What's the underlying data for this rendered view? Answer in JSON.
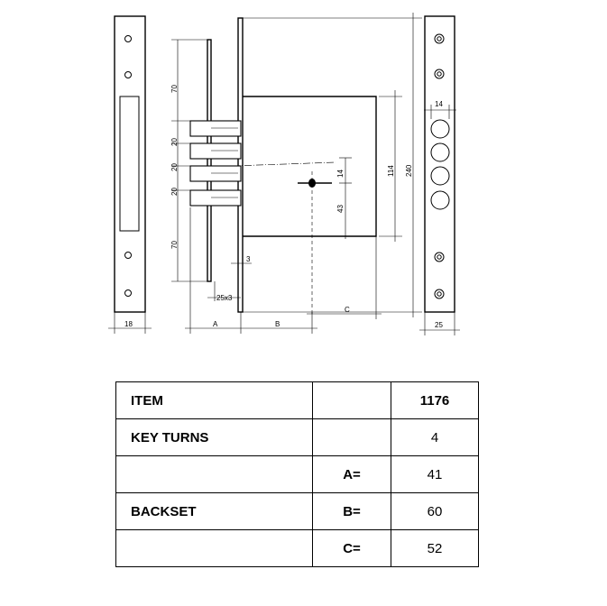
{
  "drawing": {
    "dimensions": {
      "bolt_spacing_top": "70",
      "bolt_spacing_1": "20",
      "bolt_spacing_2": "20",
      "bolt_spacing_3": "20",
      "bolt_spacing_bottom": "70",
      "faceplate_width": "18",
      "bolt_section": "25x3",
      "plate_thickness": "3",
      "dim_a": "A",
      "dim_b": "B",
      "dim_c": "C",
      "keyhole_offset": "14",
      "keyhole_height": "43",
      "case_height": "114",
      "total_height": "240",
      "strike_hole_size": "14",
      "strike_width": "25"
    }
  },
  "table": {
    "rows": [
      {
        "label": "ITEM",
        "sub": "",
        "value": "1176"
      },
      {
        "label": "KEY TURNS",
        "sub": "",
        "value": "4"
      },
      {
        "label": "",
        "sub": "A=",
        "value": "41"
      },
      {
        "label": "BACKSET",
        "sub": "B=",
        "value": "60"
      },
      {
        "label": "",
        "sub": "C=",
        "value": "52"
      }
    ]
  }
}
